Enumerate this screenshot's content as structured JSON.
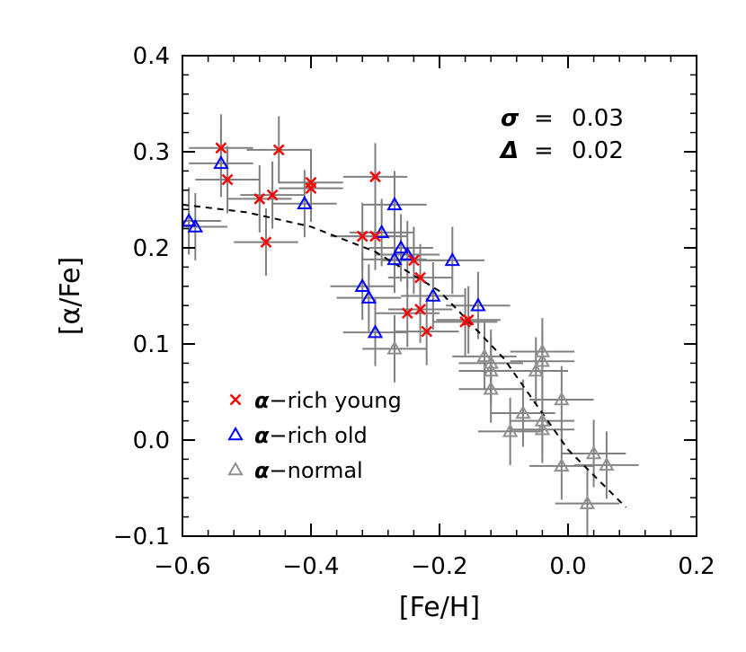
{
  "chart_data": {
    "type": "scatter",
    "xlabel": "[Fe/H]",
    "ylabel": "[α/Fe]",
    "xlim": [
      -0.6,
      0.2
    ],
    "ylim": [
      -0.1,
      0.4
    ],
    "xticks": [
      -0.6,
      -0.4,
      -0.2,
      0.0,
      0.2
    ],
    "xtick_labels": [
      "−0.6",
      "−0.4",
      "−0.2",
      "0.0",
      "0.2"
    ],
    "yticks": [
      -0.1,
      0.0,
      0.1,
      0.2,
      0.3,
      0.4
    ],
    "ytick_labels": [
      "−0.1",
      "0.0",
      "0.1",
      "0.2",
      "0.3",
      "0.4"
    ],
    "grid": false,
    "legend_position": "bottom-left",
    "annotations": [
      {
        "symbol": "σ",
        "equals": "=",
        "value": "0.03"
      },
      {
        "symbol": "Δ",
        "equals": "=",
        "value": "0.02"
      }
    ],
    "series": [
      {
        "name": "α−rich young",
        "legend_prefix": "α",
        "legend_suffix": "−rich young",
        "marker": "x",
        "color": "#ff0000",
        "points": [
          {
            "x": -0.54,
            "y": 0.304
          },
          {
            "x": -0.53,
            "y": 0.271
          },
          {
            "x": -0.45,
            "y": 0.302
          },
          {
            "x": -0.48,
            "y": 0.251
          },
          {
            "x": -0.46,
            "y": 0.255
          },
          {
            "x": -0.4,
            "y": 0.268
          },
          {
            "x": -0.4,
            "y": 0.262
          },
          {
            "x": -0.47,
            "y": 0.206
          },
          {
            "x": -0.3,
            "y": 0.274
          },
          {
            "x": -0.32,
            "y": 0.212
          },
          {
            "x": -0.3,
            "y": 0.212
          },
          {
            "x": -0.24,
            "y": 0.187
          },
          {
            "x": -0.23,
            "y": 0.169
          },
          {
            "x": -0.25,
            "y": 0.132
          },
          {
            "x": -0.23,
            "y": 0.136
          },
          {
            "x": -0.22,
            "y": 0.113
          },
          {
            "x": -0.16,
            "y": 0.123
          },
          {
            "x": -0.155,
            "y": 0.125
          }
        ]
      },
      {
        "name": "α−rich old",
        "legend_prefix": "α",
        "legend_suffix": "−rich old",
        "marker": "triangle",
        "color": "#0000ff",
        "points": [
          {
            "x": -0.54,
            "y": 0.288
          },
          {
            "x": -0.59,
            "y": 0.228
          },
          {
            "x": -0.58,
            "y": 0.222
          },
          {
            "x": -0.41,
            "y": 0.246
          },
          {
            "x": -0.27,
            "y": 0.245
          },
          {
            "x": -0.29,
            "y": 0.216
          },
          {
            "x": -0.26,
            "y": 0.2
          },
          {
            "x": -0.25,
            "y": 0.193
          },
          {
            "x": -0.27,
            "y": 0.188
          },
          {
            "x": -0.18,
            "y": 0.187
          },
          {
            "x": -0.32,
            "y": 0.16
          },
          {
            "x": -0.31,
            "y": 0.148
          },
          {
            "x": -0.21,
            "y": 0.15
          },
          {
            "x": -0.14,
            "y": 0.14
          },
          {
            "x": -0.3,
            "y": 0.112
          }
        ]
      },
      {
        "name": "α−normal",
        "legend_prefix": "α",
        "legend_suffix": "−normal",
        "marker": "triangle",
        "color": "#909090",
        "points": [
          {
            "x": -0.27,
            "y": 0.095
          },
          {
            "x": -0.13,
            "y": 0.087
          },
          {
            "x": -0.12,
            "y": 0.08
          },
          {
            "x": -0.04,
            "y": 0.092
          },
          {
            "x": -0.04,
            "y": 0.082
          },
          {
            "x": -0.05,
            "y": 0.072
          },
          {
            "x": -0.12,
            "y": 0.072
          },
          {
            "x": -0.12,
            "y": 0.053
          },
          {
            "x": -0.01,
            "y": 0.042
          },
          {
            "x": -0.07,
            "y": 0.028
          },
          {
            "x": -0.04,
            "y": 0.02
          },
          {
            "x": -0.04,
            "y": 0.011
          },
          {
            "x": -0.09,
            "y": 0.009
          },
          {
            "x": 0.04,
            "y": -0.014
          },
          {
            "x": -0.01,
            "y": -0.027
          },
          {
            "x": 0.06,
            "y": -0.026
          },
          {
            "x": 0.03,
            "y": -0.066
          }
        ]
      }
    ],
    "error_bars": {
      "color": "#808080",
      "xerr": 0.05,
      "yerr": 0.035
    },
    "fit_line": {
      "style": "dashed",
      "color": "#000000",
      "points": [
        {
          "x": -0.6,
          "y": 0.245
        },
        {
          "x": -0.5,
          "y": 0.237
        },
        {
          "x": -0.4,
          "y": 0.222
        },
        {
          "x": -0.3,
          "y": 0.196
        },
        {
          "x": -0.2,
          "y": 0.155
        },
        {
          "x": -0.1,
          "y": 0.085
        },
        {
          "x": 0.0,
          "y": -0.01
        },
        {
          "x": 0.09,
          "y": -0.07
        }
      ]
    }
  }
}
